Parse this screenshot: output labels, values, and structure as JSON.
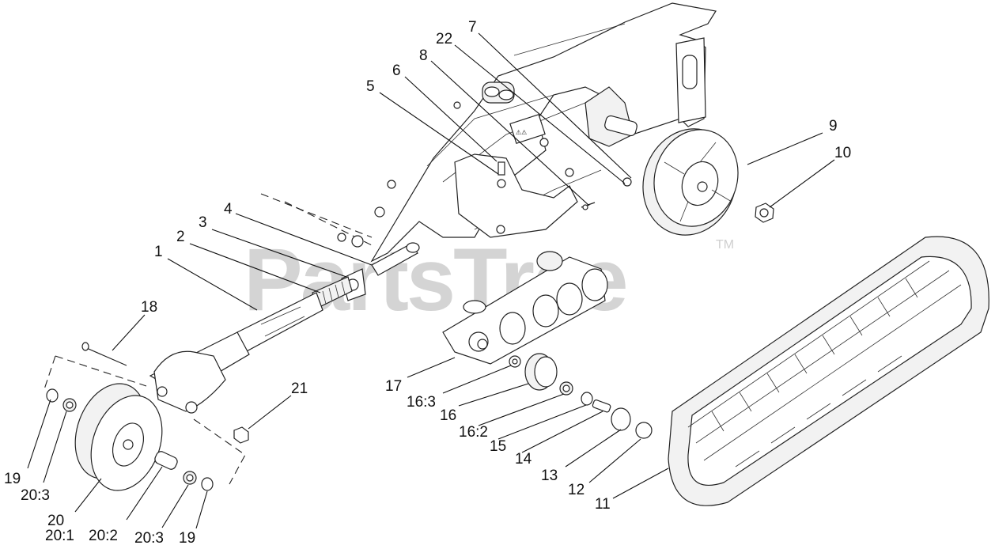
{
  "watermark": {
    "brand": "PartsTree",
    "trademark": "TM"
  },
  "callouts": [
    {
      "id": "c1",
      "label": "1"
    },
    {
      "id": "c2",
      "label": "2"
    },
    {
      "id": "c3",
      "label": "3"
    },
    {
      "id": "c4",
      "label": "4"
    },
    {
      "id": "c5",
      "label": "5"
    },
    {
      "id": "c6",
      "label": "6"
    },
    {
      "id": "c7",
      "label": "7"
    },
    {
      "id": "c8",
      "label": "8"
    },
    {
      "id": "c9",
      "label": "9"
    },
    {
      "id": "c10",
      "label": "10"
    },
    {
      "id": "c11",
      "label": "11"
    },
    {
      "id": "c12",
      "label": "12"
    },
    {
      "id": "c13",
      "label": "13"
    },
    {
      "id": "c14",
      "label": "14"
    },
    {
      "id": "c15",
      "label": "15"
    },
    {
      "id": "c16",
      "label": "16"
    },
    {
      "id": "c16_2",
      "label": "16:2"
    },
    {
      "id": "c16_3",
      "label": "16:3"
    },
    {
      "id": "c17",
      "label": "17"
    },
    {
      "id": "c18",
      "label": "18"
    },
    {
      "id": "c19a",
      "label": "19"
    },
    {
      "id": "c19b",
      "label": "19"
    },
    {
      "id": "c20",
      "label": "20"
    },
    {
      "id": "c20_1",
      "label": "20:1"
    },
    {
      "id": "c20_2",
      "label": "20:2"
    },
    {
      "id": "c20_3a",
      "label": "20:3"
    },
    {
      "id": "c20_3b",
      "label": "20:3"
    },
    {
      "id": "c21",
      "label": "21"
    },
    {
      "id": "c22",
      "label": "22"
    }
  ]
}
